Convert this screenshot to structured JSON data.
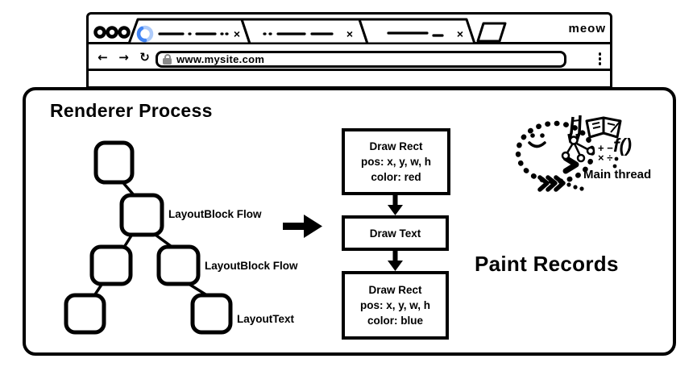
{
  "colors": {
    "ink": "#000000",
    "spinner_light": "#aecbfa",
    "spinner_dark": "#4285f4",
    "lock_gray": "#8a8a8a"
  },
  "browser": {
    "brand": "meow",
    "url_bar": {
      "url": "www.mysite.com"
    },
    "icons": {
      "back": "←",
      "forward": "→",
      "reload": "↻",
      "close": "×"
    },
    "tab_count": 3
  },
  "renderer": {
    "title": "Renderer Process",
    "layout_tree_labels": [
      "LayoutBlock Flow",
      "LayoutBlock Flow",
      "LayoutText"
    ],
    "paint_records": {
      "heading": "Paint Records",
      "records": [
        {
          "lines": [
            "Draw Rect",
            "pos: x, y, w, h",
            "color: red"
          ]
        },
        {
          "lines": [
            "Draw Text"
          ]
        },
        {
          "lines": [
            "Draw Rect",
            "pos: x, y, w, h",
            "color: blue"
          ]
        }
      ]
    },
    "main_thread": {
      "label": "Main thread",
      "doodles": {
        "math_top": "+ −",
        "math_bottom": "× ÷",
        "function": "f()"
      }
    }
  }
}
